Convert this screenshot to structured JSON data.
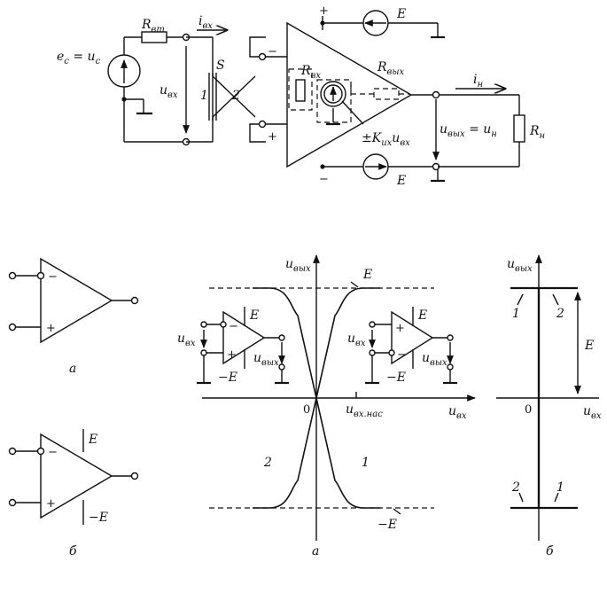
{
  "top_circuit": {
    "source_label": "e",
    "source_label_sub": "c",
    "source_eq": " = u",
    "source_eq_sub": "c",
    "r_source": "R",
    "r_source_sub": "вт",
    "i_in": "i",
    "i_in_sub": "вх",
    "u_in": "u",
    "u_in_sub": "вх",
    "switch": "S",
    "switch_pos1": "1",
    "switch_pos2": "2",
    "r_in": "R",
    "r_in_sub": "вх",
    "r_out": "R",
    "r_out_sub": "вых",
    "gain_prefix": "±K",
    "gain_sub": "uх",
    "gain_u": "u",
    "gain_u_sub": "вх",
    "plus_top": "+",
    "minus_bottom": "−",
    "minus_input": "−",
    "plus_input": "+",
    "supply_top": "E",
    "supply_bottom": "E",
    "i_load": "i",
    "i_load_sub": "н",
    "u_out": "u",
    "u_out_sub": "вых",
    "u_out_eq": " = u",
    "u_out_eq_sub": "н",
    "r_load": "R",
    "r_load_sub": "н"
  },
  "symbol_a": {
    "minus": "−",
    "plus": "+",
    "caption": "а"
  },
  "symbol_b": {
    "minus": "−",
    "plus": "+",
    "supply_pos": "E",
    "supply_neg": "−E",
    "caption": "б"
  },
  "chart_data": [
    {
      "type": "line",
      "caption": "а",
      "xlabel": "u",
      "xlabel_sub": "вх",
      "ylabel": "u",
      "ylabel_sub": "вых",
      "origin": "0",
      "x_tick_label": "u",
      "x_tick_sub": "вх.нас",
      "level_pos": "E",
      "level_neg": "−E",
      "series": [
        {
          "name": "1",
          "description": "inverting",
          "points": [
            [
              -1.6,
              1
            ],
            [
              -1.0,
              1
            ],
            [
              0,
              0
            ],
            [
              1.0,
              -1
            ],
            [
              1.6,
              -1
            ]
          ]
        },
        {
          "name": "2",
          "description": "non-inverting",
          "points": [
            [
              -1.6,
              -1
            ],
            [
              -1.0,
              -1
            ],
            [
              0,
              0
            ],
            [
              1.0,
              1
            ],
            [
              1.6,
              1
            ]
          ]
        }
      ],
      "inset_left": {
        "minus": "−",
        "plus": "+",
        "E": "E",
        "minusE": "−E",
        "u_in": "u",
        "u_in_sub": "вх",
        "u_out": "u",
        "u_out_sub": "вых"
      },
      "inset_right": {
        "minus": "−",
        "plus": "+",
        "E": "E",
        "minusE": "−E",
        "u_in": "u",
        "u_in_sub": "вх",
        "u_out": "u",
        "u_out_sub": "вых"
      }
    },
    {
      "type": "line",
      "caption": "б",
      "xlabel": "u",
      "xlabel_sub": "вх",
      "ylabel": "u",
      "ylabel_sub": "вых",
      "origin": "0",
      "span_label": "E",
      "series_labels_top": [
        "1",
        "2"
      ],
      "series_labels_bottom": [
        "2",
        "1"
      ]
    }
  ]
}
